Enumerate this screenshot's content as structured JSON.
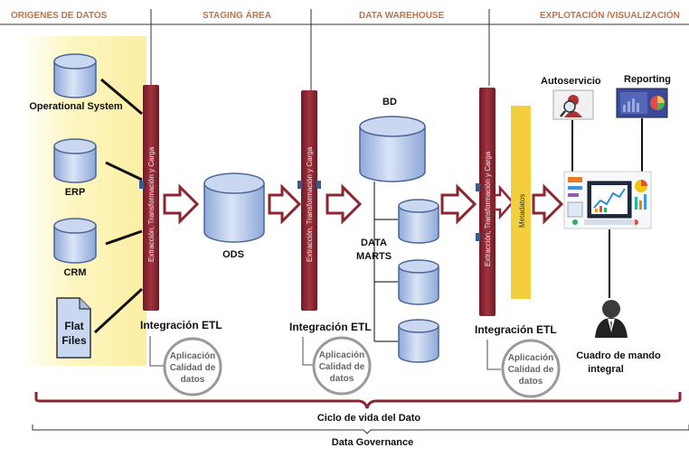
{
  "headers": {
    "sources": "ORIGENES DE DATOS",
    "staging": "STAGING ÁREA",
    "warehouse": "DATA WAREHOUSE",
    "exploitation": "EXPLOTACIÓN /VISUALIZACIÓN"
  },
  "sources": {
    "operational": "Operational System",
    "erp": "ERP",
    "crm": "CRM",
    "flat_files_line1": "Flat",
    "flat_files_line2": "Files"
  },
  "etl_bar_label": "Extracción, Transformación y Carga",
  "etl_label": "Integración ETL",
  "quality": {
    "line1": "Aplicación",
    "line2": "Calidad de",
    "line3": "datos"
  },
  "ods": "ODS",
  "bd": "BD",
  "data_marts": {
    "line1": "DATA",
    "line2": "MARTS"
  },
  "metadata": "Metadatos",
  "exploitation": {
    "self_service": "Autoservicio",
    "reporting": "Reporting",
    "dashboard_line1": "Cuadro de mando",
    "dashboard_line2": "integral"
  },
  "footer": {
    "lifecycle": "Ciclo de vida del Dato",
    "governance": "Data Governance"
  },
  "colors": {
    "etl_bar": "#8b2630",
    "arrow": "#8b2630",
    "metadata_bar": "#f3cf3e",
    "source_bg": "#fdf6c2",
    "db_fill": "#b5c8ea",
    "header_text": "#c0734a"
  }
}
